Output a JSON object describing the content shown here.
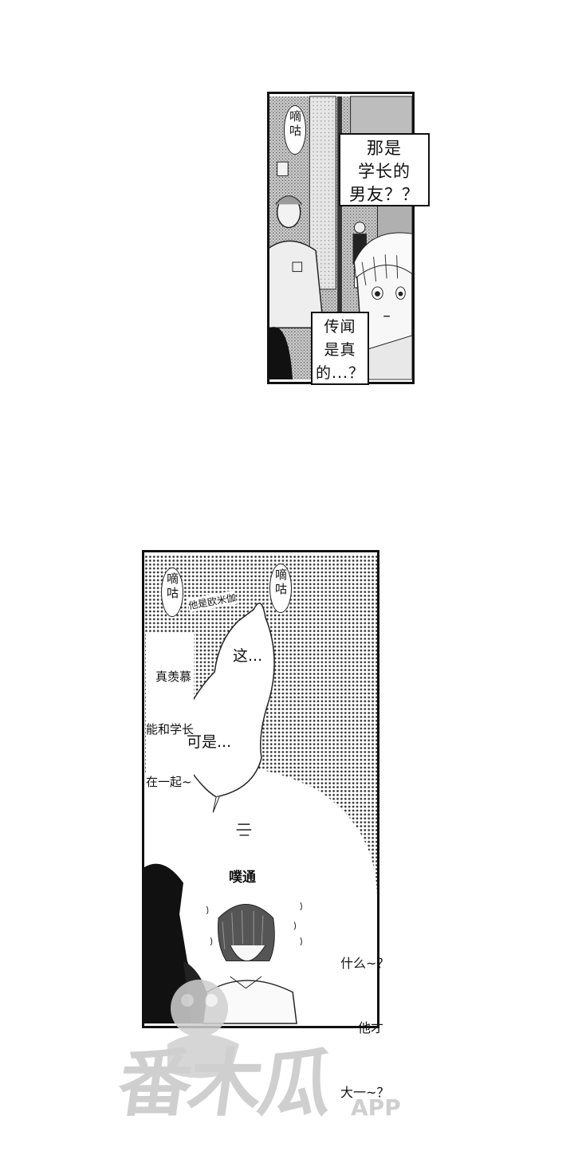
{
  "panel1": {
    "sfx_left": "嘀咕",
    "caption_top_lines": [
      "那是",
      "学长的",
      "男友？？"
    ],
    "caption_bottom_lines": [
      "传闻",
      "是真",
      "的...？"
    ]
  },
  "panel2": {
    "sfx_left": "嘀咕",
    "sfx_right": "嘀咕",
    "murmur_top": "他是欧米伽",
    "murmur_left_lines": [
      "真羡慕",
      "能和学长",
      "在一起~"
    ],
    "thought_1": "这...",
    "thought_2": "可是...",
    "heartbeat": "噗通",
    "murmur_right_lines": [
      "什么~？",
      "他才",
      "大一~？"
    ]
  },
  "watermark": {
    "brand": "番木瓜",
    "suffix": "APP"
  }
}
